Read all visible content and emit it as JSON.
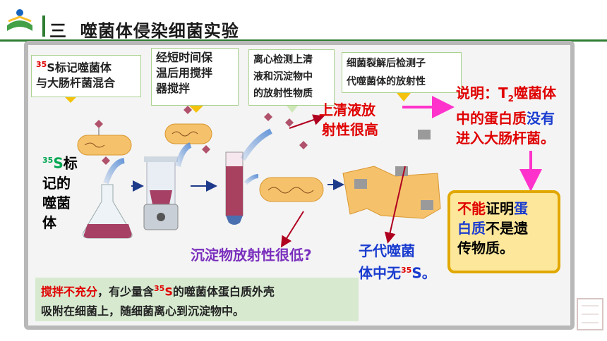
{
  "header": {
    "title_number": "三",
    "title": "噬菌体侵染细菌实验"
  },
  "steps": {
    "step1_iso": "35",
    "step1_rest": "S标记噬菌体",
    "step1_line2": "与大肠杆菌混合",
    "step2_line1": "经短时间保",
    "step2_line2": "温后用搅拌",
    "step2_line3": "器搅拌",
    "step3_line1": "离心检测上清",
    "step3_line2": "液和沉淀物中",
    "step3_line3": "的放射性物质",
    "step4_line1": "细菌裂解后检测子",
    "step4_line2": "代噬菌体的放射性"
  },
  "left_label": {
    "iso": "35",
    "s": "S",
    "rest1": "标",
    "line2": "记的",
    "line3": "噬菌",
    "line4": "体"
  },
  "observations": {
    "supernatant_line1": "上清液放",
    "supernatant_line2": "射性很高",
    "sediment": "沉淀物放射性很低?",
    "progeny_line1": "子代噬菌",
    "progeny_line2_a": "体中无",
    "progeny_iso": "35",
    "progeny_line2_b": "S。"
  },
  "explanation": {
    "label": "说明：T",
    "sub": "2",
    "a": "噬菌体",
    "b": "中的蛋白质",
    "c": "没有",
    "d": "进入大肠杆菌。"
  },
  "conclusion": {
    "a": "不能",
    "b": "证明",
    "c": "蛋",
    "d": "白质",
    "e": "不是遗",
    "f": "传物质。"
  },
  "bottom_note": {
    "a": "搅拌不充分",
    "b": "，有少量含",
    "iso": "35",
    "c": "S",
    "d": "的噬菌体蛋白质外壳",
    "line2": "吸附在细菌上，随细菌离心到沉淀物中。"
  },
  "colors": {
    "red": "#e00000",
    "blue": "#1a3ccf",
    "purple": "#7a2fbd",
    "green": "#00a651",
    "magenta_arrow": "#ff33cc",
    "bacteria": "#f5c26b"
  }
}
